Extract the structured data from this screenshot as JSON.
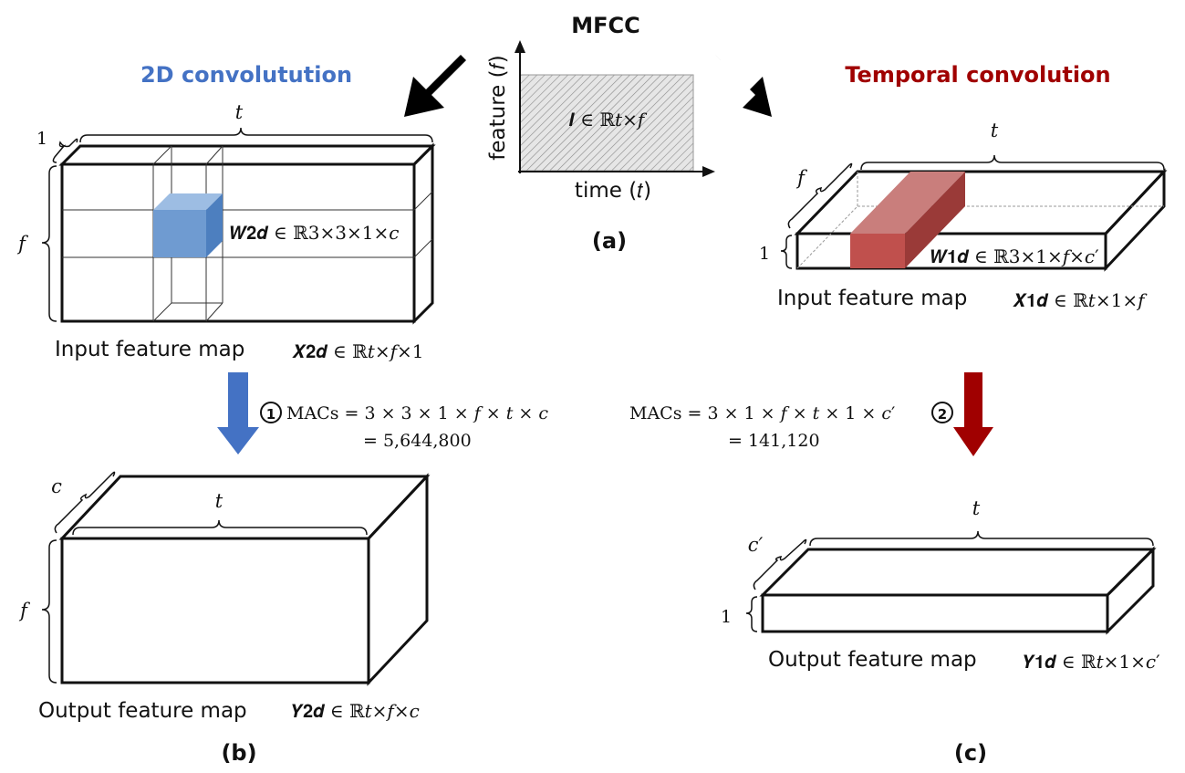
{
  "mfcc": {
    "title": "MFCC",
    "y_axis": "feature (𝑓)",
    "x_axis": "time (𝑡)",
    "input_math": "𝑰 ∈ ℝ𝑡×𝑓",
    "panel_label": "(a)"
  },
  "conv2d": {
    "title": "2D convolutution",
    "title_color": "#4472c4",
    "input_dim_t": "𝑡",
    "input_dim_f": "𝑓",
    "input_dim_1": "1",
    "kernel_math": "𝑾𝟐𝒅 ∈ ℝ3×3×1×𝑐",
    "kernel_color": "#6f9bd1",
    "input_label": "Input feature map",
    "input_math": "𝑿𝟐𝒅 ∈ ℝ𝑡×𝑓×1",
    "circle_num": "1",
    "macs_formula": "MACs = 3 × 3 × 1 × 𝑓 × 𝑡 × 𝑐",
    "macs_value": "= 5,644,800",
    "arrow_color": "#4472c4",
    "output_dim_c": "𝑐",
    "output_dim_t": "𝑡",
    "output_dim_f": "𝑓",
    "output_label": "Output feature map",
    "output_math": "𝒀𝟐𝒅 ∈ ℝ𝑡×𝑓×𝑐",
    "panel_label": "(b)"
  },
  "temporal": {
    "title": "Temporal convolution",
    "title_color": "#a00000",
    "input_dim_t": "𝑡",
    "input_dim_f": "𝑓",
    "input_dim_1": "1",
    "kernel_math": "𝑾𝟏𝒅 ∈ ℝ3×1×𝑓×𝑐′",
    "kernel_color": "#c0504d",
    "input_label": "Input feature map",
    "input_math": "𝑿𝟏𝒅 ∈ ℝ𝑡×1×𝑓",
    "circle_num": "2",
    "macs_formula": "MACs = 3 × 1 × 𝑓 × 𝑡 × 1 × 𝑐′",
    "macs_value": "= 141,120",
    "arrow_color": "#a00000",
    "output_dim_c": "𝑐′",
    "output_dim_t": "𝑡",
    "output_dim_1": "1",
    "output_label": "Output feature map",
    "output_math": "𝒀𝟏𝒅 ∈ ℝ𝑡×1×𝑐′",
    "panel_label": "(c)"
  }
}
